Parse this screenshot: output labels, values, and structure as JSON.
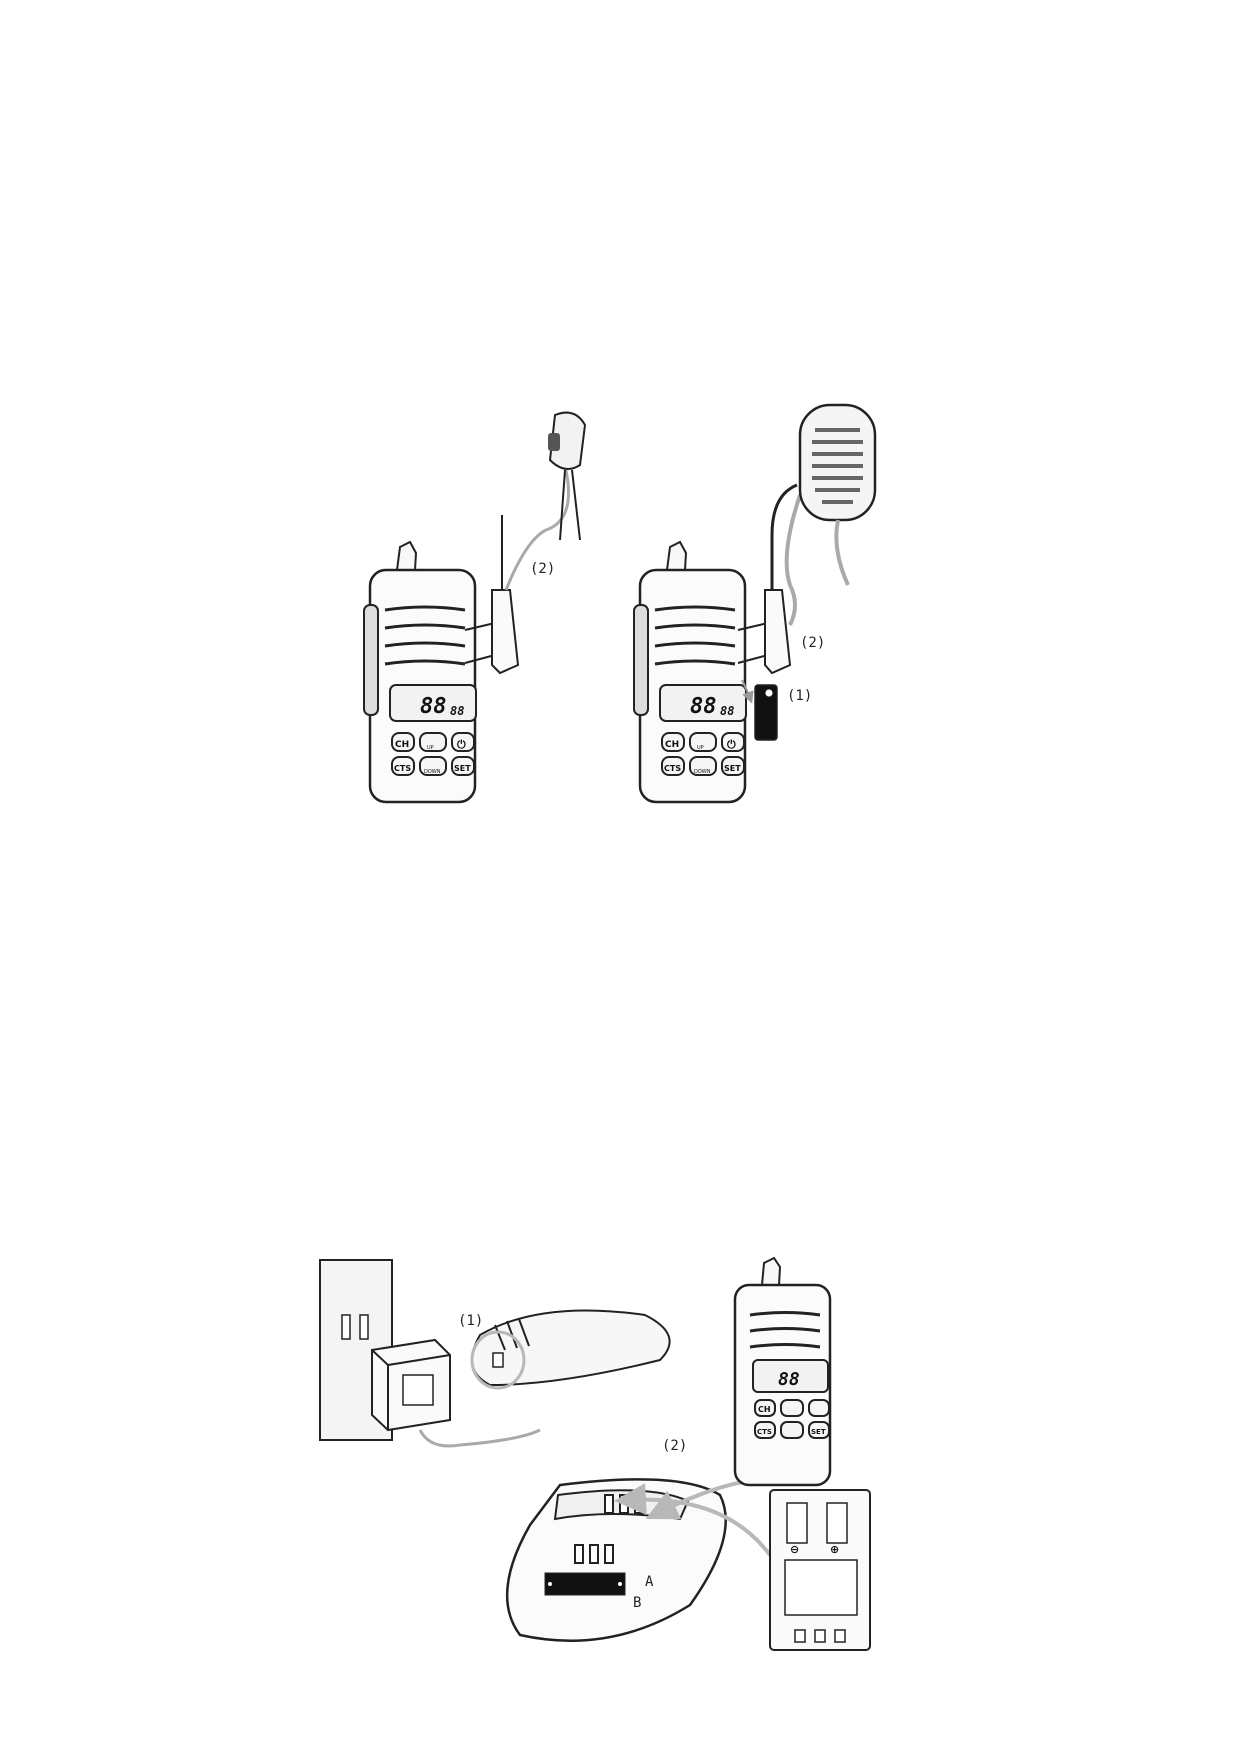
{
  "figure1": {
    "callouts": {
      "earpiece_connector": "(2)",
      "speaker_mic_connector": "(2)",
      "jack_cover": "(1)"
    },
    "radio_keys": {
      "ch": "CH",
      "up": "UP",
      "power": "⏻",
      "cts": "CTS",
      "down": "DOWN",
      "set": "SET",
      "display_digits": "88",
      "display_small_digits": "88"
    }
  },
  "figure2": {
    "callouts": {
      "adapter": "(1)",
      "cradle_slots": "(2)",
      "label_a": "A",
      "label_b": "B"
    },
    "battery_terminals": {
      "negative": "⊖",
      "positive": "⊕"
    }
  },
  "colors": {
    "line": "#222222",
    "arrow": "#b8b8b8",
    "panel": "#f4f4f4",
    "cable": "#aaaaaa"
  }
}
